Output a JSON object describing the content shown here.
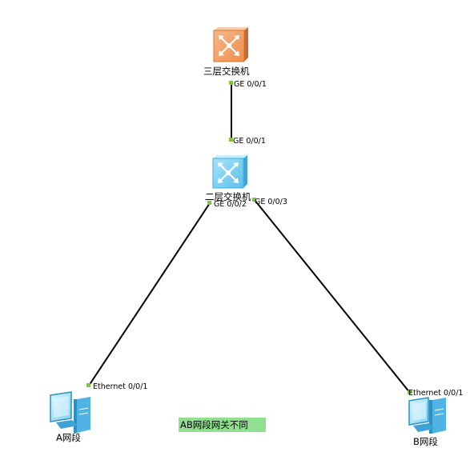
{
  "devices": {
    "core_switch": {
      "label": "三层交换机",
      "icon": "layer3-switch-icon",
      "color": "#f0a36a"
    },
    "access_switch": {
      "label": "二层交换机",
      "icon": "layer2-switch-icon",
      "color": "#6fc8ee"
    },
    "pc_a": {
      "label": "A网段",
      "icon": "pc-icon",
      "color": "#6fc8ee"
    },
    "pc_b": {
      "label": "B网段",
      "icon": "pc-icon",
      "color": "#6fc8ee"
    }
  },
  "links": [
    {
      "from": "core_switch",
      "from_port": "GE 0/0/1",
      "to": "access_switch",
      "to_port": "GE 0/0/1"
    },
    {
      "from": "access_switch",
      "from_port": "GE 0/0/2",
      "to": "pc_a",
      "to_port": "Ethernet 0/0/1"
    },
    {
      "from": "access_switch",
      "from_port": "GE 0/0/3",
      "to": "pc_b",
      "to_port": "Ethernet 0/0/1"
    }
  ],
  "note": {
    "text": "AB网段网关不同",
    "color": "#90e090"
  },
  "colors": {
    "link": "#000000",
    "port_dot": "#7ec83a"
  }
}
